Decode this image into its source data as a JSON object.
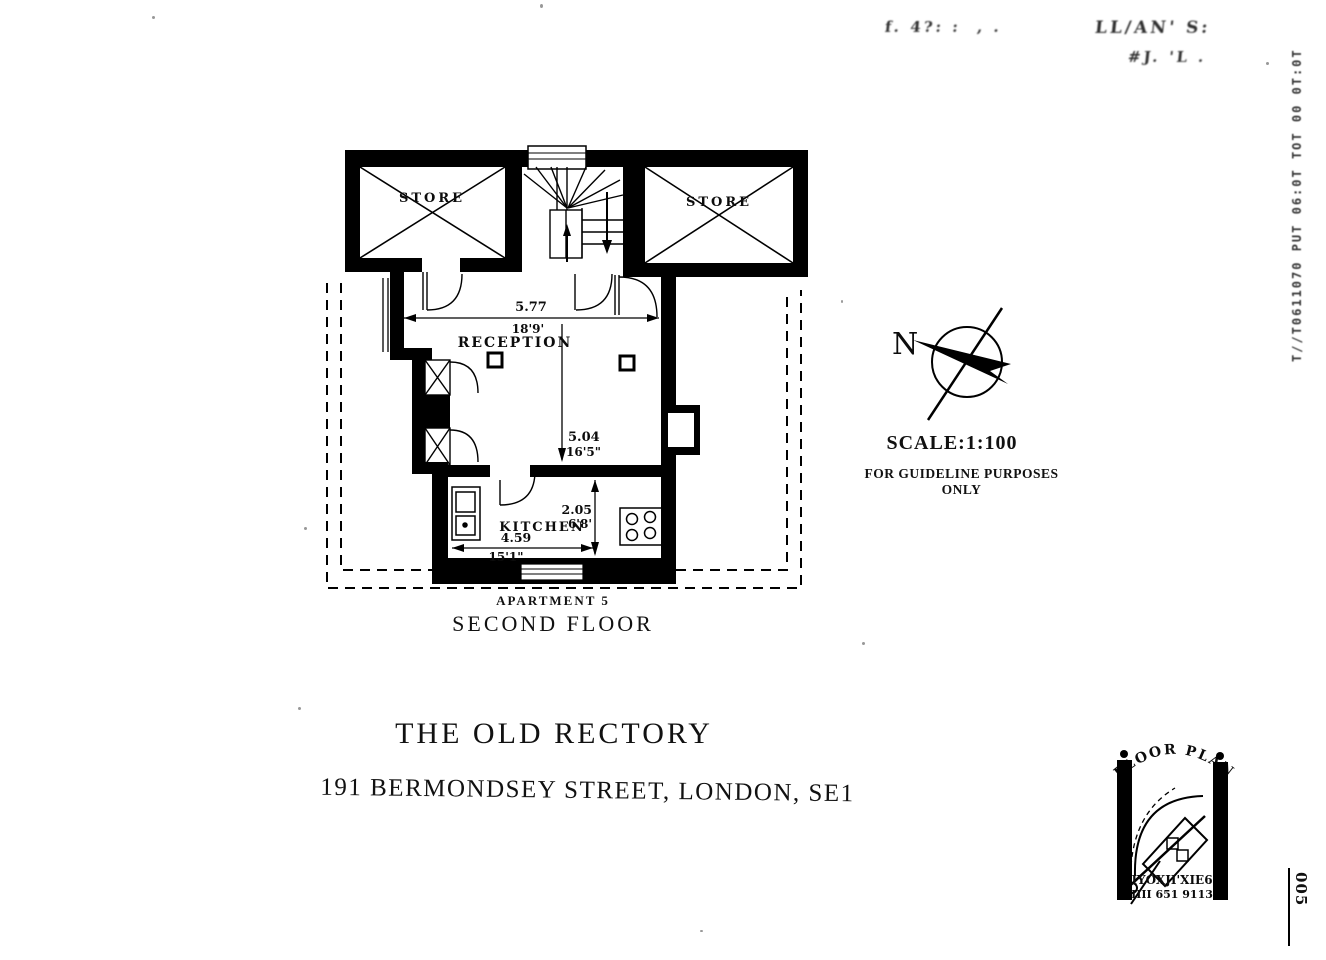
{
  "fax": {
    "noise_left": "f. 4?: :  , .",
    "noise_right_top": "LL/AN' S:",
    "noise_right_bottom": "#J. 'L .",
    "side_text": "T//T0611070 PUT 06:0T TOT 00 0T:0T",
    "page_mark": "005"
  },
  "plan": {
    "store_left": "STORE",
    "store_right": "STORE",
    "reception": "RECEPTION",
    "kitchen": "KITCHEN",
    "dim_reception_width_m": "5.77",
    "dim_reception_width_ft": "18'9'",
    "dim_reception_depth_m": "5.04",
    "dim_reception_depth_ft": "16'5\"",
    "dim_kitchen_depth_m": "2.05",
    "dim_kitchen_depth_ft": "6'8'",
    "dim_kitchen_width_m": "4.59",
    "dim_kitchen_width_ft": "15'1\"",
    "apartment": "APARTMENT 5",
    "floor": "SECOND FLOOR"
  },
  "compass": {
    "north": "N"
  },
  "scale_block": {
    "scale": "SCALE:1:100",
    "disclaimer": "FOR GUIDELINE PURPOSES ONLY"
  },
  "title_block": {
    "property": "THE OLD RECTORY",
    "address": "191 BERMONDSEY STREET, LONDON, SE1"
  },
  "logo": {
    "arc": "FLOOR PLANS",
    "line1": "IYOXJI'XIE6",
    "line2": "IIII 651 9113"
  }
}
